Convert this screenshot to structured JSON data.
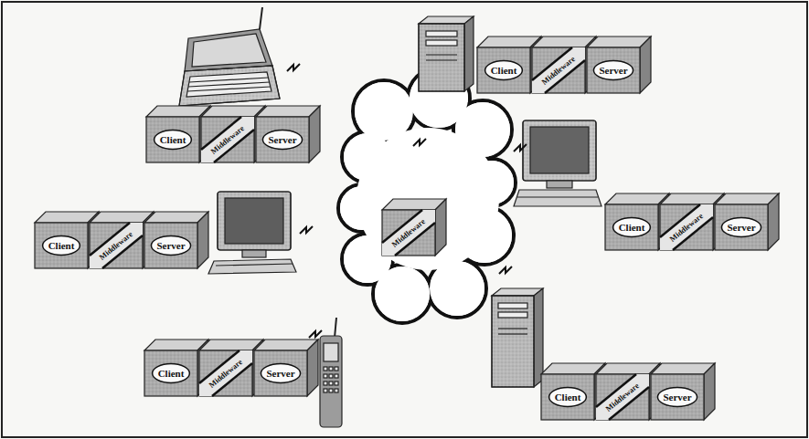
{
  "diagram": {
    "nodes": [
      {
        "text": [
          "Client"
        ]
      },
      {
        "text": [
          "Middleware"
        ]
      },
      {
        "text": [
          "Server"
        ]
      },
      {
        "text": [
          "Client"
        ]
      },
      {
        "text": [
          "Middleware"
        ]
      },
      {
        "text": [
          "Server"
        ]
      },
      {
        "text": [
          "Client"
        ]
      },
      {
        "text": [
          "Middleware"
        ]
      },
      {
        "text": [
          "Server"
        ]
      },
      {
        "text": [
          "Client"
        ]
      },
      {
        "text": [
          "Middleware"
        ]
      },
      {
        "text": [
          "Server"
        ]
      },
      {
        "text": [
          "Middleware"
        ]
      },
      {
        "text": [
          "Client"
        ]
      },
      {
        "text": [
          "Middleware"
        ]
      },
      {
        "text": [
          "Server"
        ]
      },
      {
        "text": [
          "Client"
        ]
      },
      {
        "text": [
          "Middleware"
        ]
      },
      {
        "text": [
          "Server"
        ]
      }
    ]
  }
}
